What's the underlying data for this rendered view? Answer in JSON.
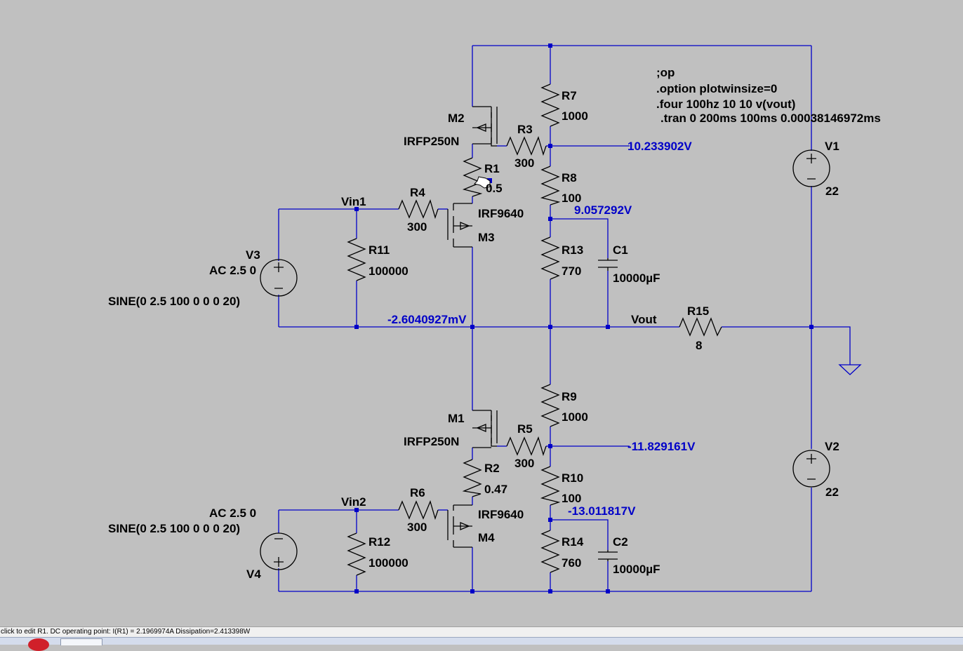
{
  "spice": {
    "line1": ";op",
    "line2": ".option plotwinsize=0",
    "line3": ".four 100hz 10 10 v(vout)",
    "line4": ".tran 0 200ms 100ms 0.00038146972ms"
  },
  "components": {
    "R7": {
      "name": "R7",
      "value": "1000"
    },
    "R3": {
      "name": "R3",
      "value": "300"
    },
    "R1": {
      "name": "R1",
      "value": "0.5"
    },
    "R8": {
      "name": "R8",
      "value": "100"
    },
    "R4": {
      "name": "R4",
      "value": "300"
    },
    "R11": {
      "name": "R11",
      "value": "100000"
    },
    "R13": {
      "name": "R13",
      "value": "770"
    },
    "C1": {
      "name": "C1",
      "value": "10000µF"
    },
    "R15": {
      "name": "R15",
      "value": "8"
    },
    "R9": {
      "name": "R9",
      "value": "1000"
    },
    "R5": {
      "name": "R5",
      "value": "300"
    },
    "R2": {
      "name": "R2",
      "value": "0.47"
    },
    "R10": {
      "name": "R10",
      "value": "100"
    },
    "R6": {
      "name": "R6",
      "value": "300"
    },
    "R12": {
      "name": "R12",
      "value": "100000"
    },
    "R14": {
      "name": "R14",
      "value": "760"
    },
    "C2": {
      "name": "C2",
      "value": "10000µF"
    },
    "M2": {
      "name": "M2",
      "model": "IRFP250N"
    },
    "M3": {
      "name": "M3",
      "model": "IRF9640"
    },
    "M1": {
      "name": "M1",
      "model": "IRFP250N"
    },
    "M4": {
      "name": "M4",
      "model": "IRF9640"
    },
    "V1": {
      "name": "V1",
      "value": "22"
    },
    "V2": {
      "name": "V2",
      "value": "22"
    },
    "V3": {
      "name": "V3",
      "ac": "AC 2.5 0",
      "source": "SINE(0 2.5 100 0 0 0 20)"
    },
    "V4": {
      "name": "V4",
      "ac": "AC 2.5 0",
      "source": "SINE(0 2.5 100 0 0 0 20)"
    }
  },
  "nets": {
    "vin1": "Vin1",
    "vin2": "Vin2",
    "vout": "Vout"
  },
  "voltages": {
    "n1": "10.233902V",
    "n2": "9.057292V",
    "n3": "-2.6040927mV",
    "n4": "-11.829161V",
    "n5": "-13.011817V"
  },
  "status": {
    "text": "click to edit R1.  DC operating point: I(R1) = 2.1969974A   Dissipation=2.413398W"
  },
  "colors": {
    "wire": "#0000c8",
    "background": "#c0c0c0",
    "component": "#000000"
  },
  "icons": {
    "cursor": "hand-pointer-icon",
    "ground": "ground-symbol-icon"
  }
}
